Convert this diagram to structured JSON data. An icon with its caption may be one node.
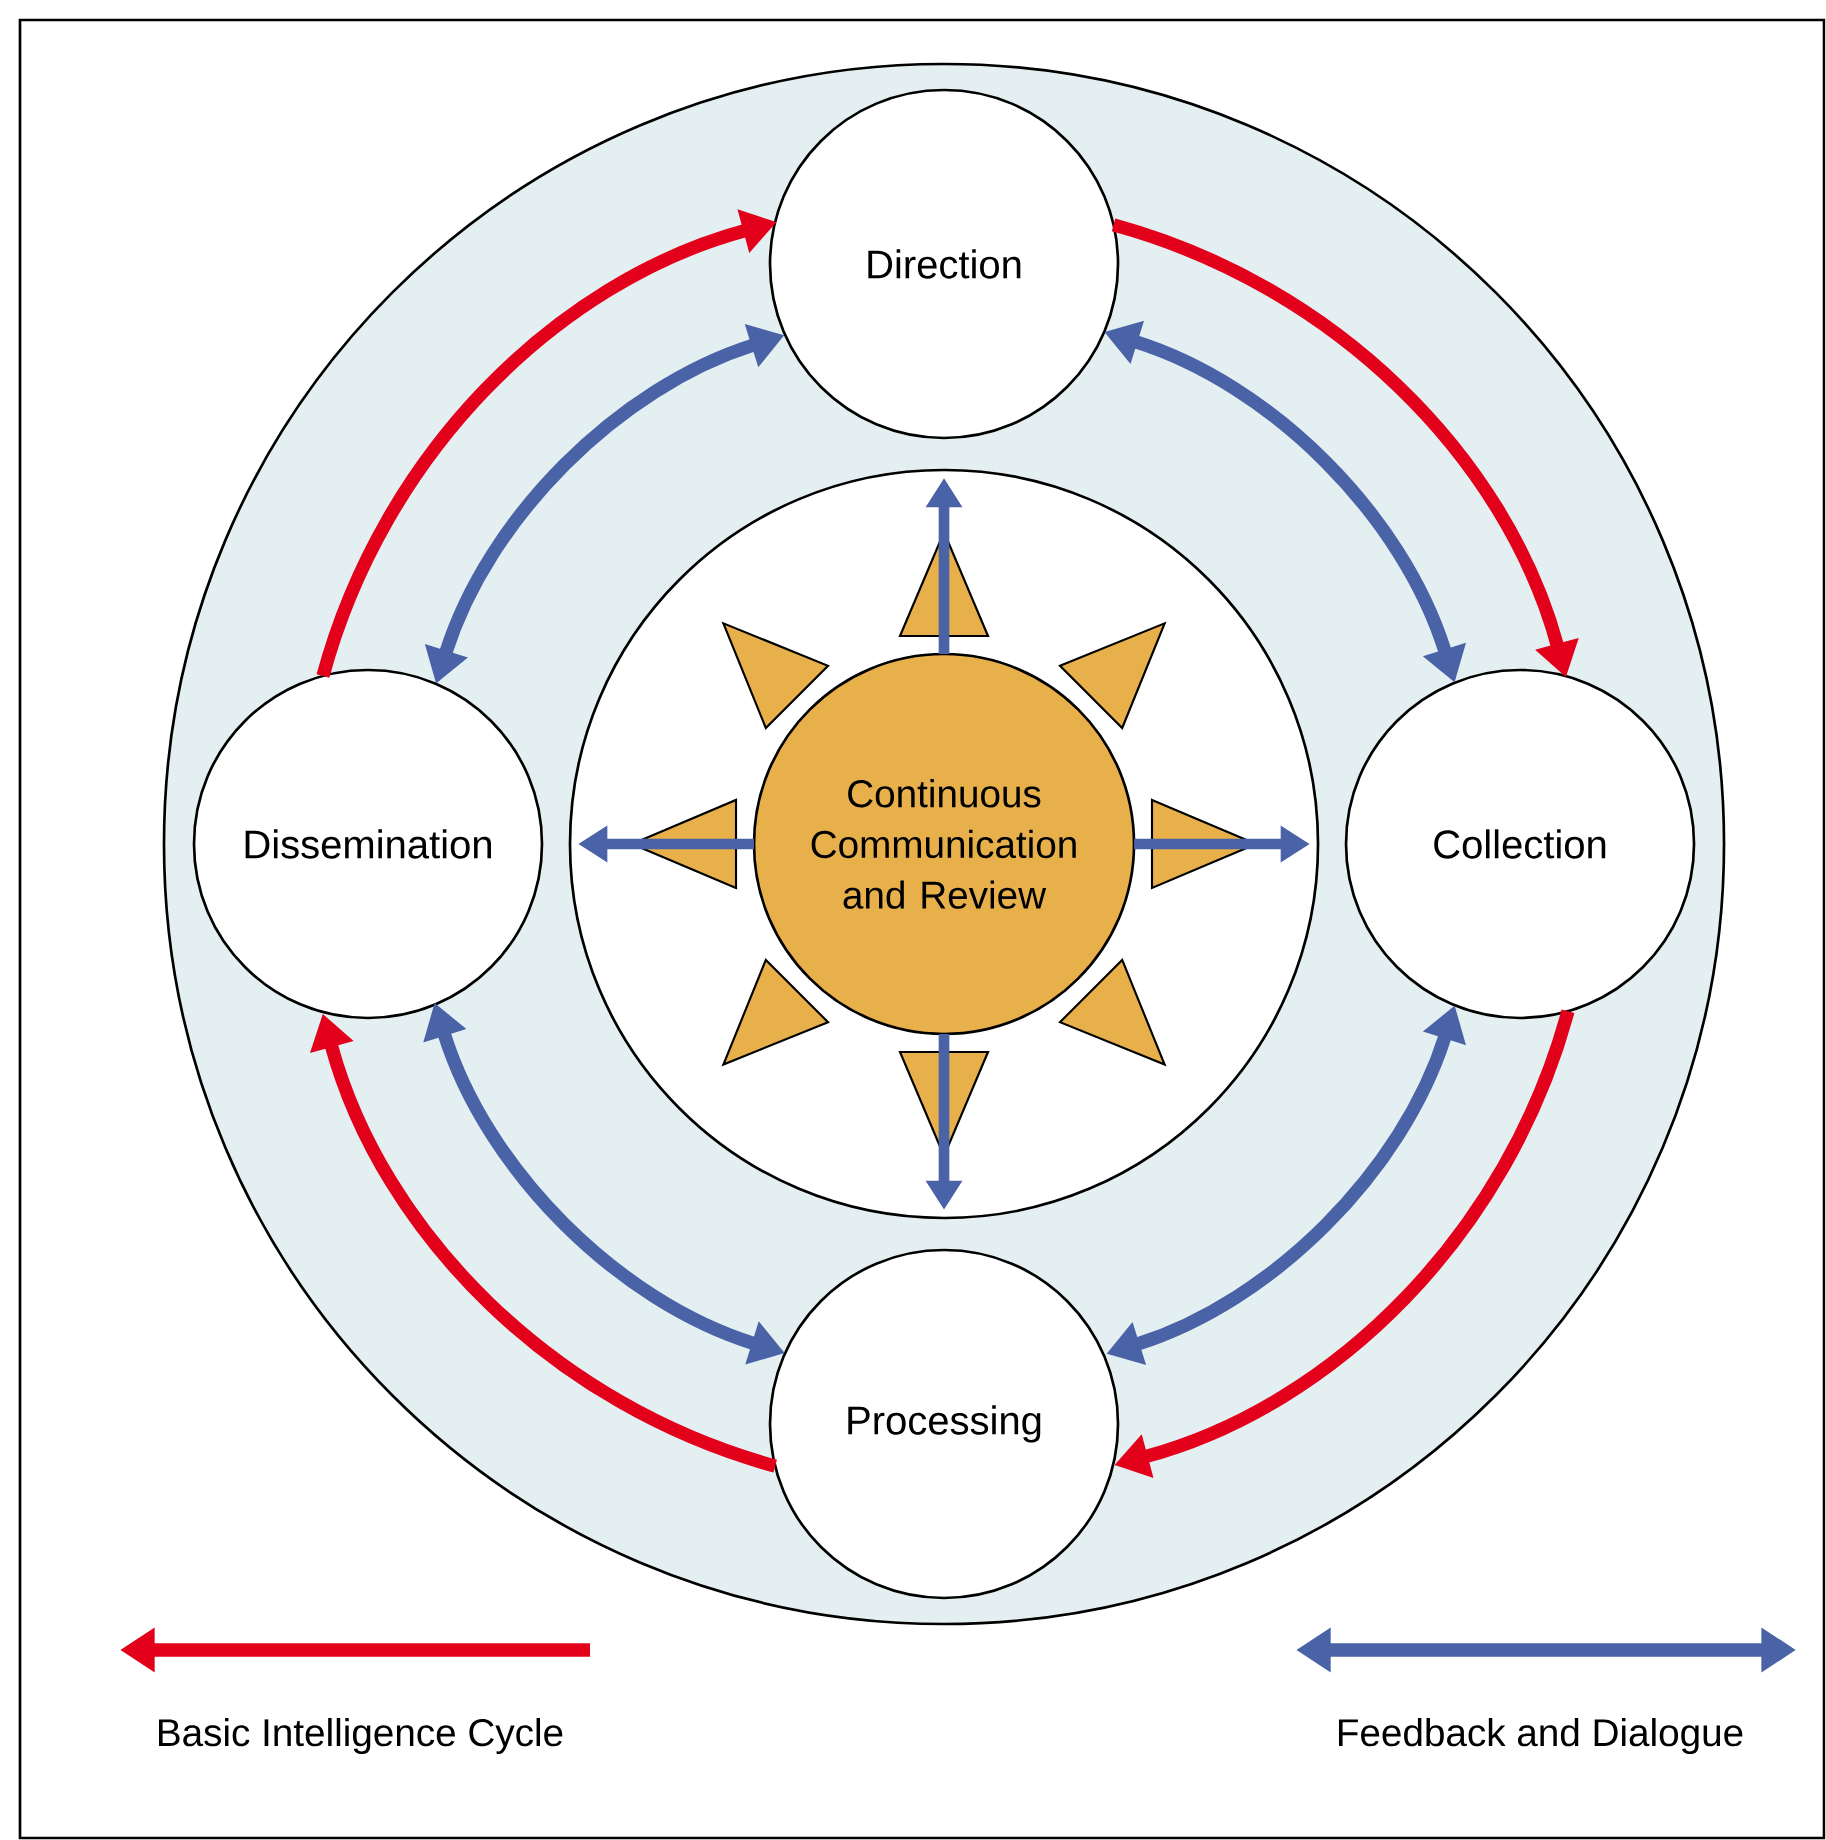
{
  "diagram": {
    "nodes": [
      {
        "text": [
          "Direction"
        ]
      },
      {
        "text": [
          "Collection"
        ]
      },
      {
        "text": [
          "Processing"
        ]
      },
      {
        "text": [
          "Dissemination"
        ]
      },
      {
        "text": [
          "Continuous Communication and Review"
        ]
      }
    ],
    "edges": [
      {
        "from": 3,
        "to": 0,
        "arrow": "to",
        "color": "#e3001b"
      },
      {
        "from": 0,
        "to": 1,
        "arrow": "to",
        "color": "#e3001b"
      },
      {
        "from": 1,
        "to": 2,
        "arrow": "to",
        "color": "#e3001b"
      },
      {
        "from": 2,
        "to": 3,
        "arrow": "to",
        "color": "#e3001b"
      },
      {
        "from": 0,
        "to": 1,
        "arrow": "both"
      },
      {
        "from": 1,
        "to": 2,
        "arrow": "both"
      },
      {
        "from": 2,
        "to": 3,
        "arrow": "both"
      },
      {
        "from": 3,
        "to": 0,
        "arrow": "both"
      },
      {
        "from": 4,
        "to": null,
        "arrow": "to"
      },
      {
        "from": 4,
        "to": null,
        "arrow": "to"
      },
      {
        "from": 4,
        "to": null,
        "arrow": "to"
      },
      {
        "from": 4,
        "to": null,
        "arrow": "to"
      }
    ],
    "legend": [
      {
        "text": "Basic Intelligence Cycle"
      },
      {
        "text": "Feedback and Dialogue"
      }
    ]
  }
}
